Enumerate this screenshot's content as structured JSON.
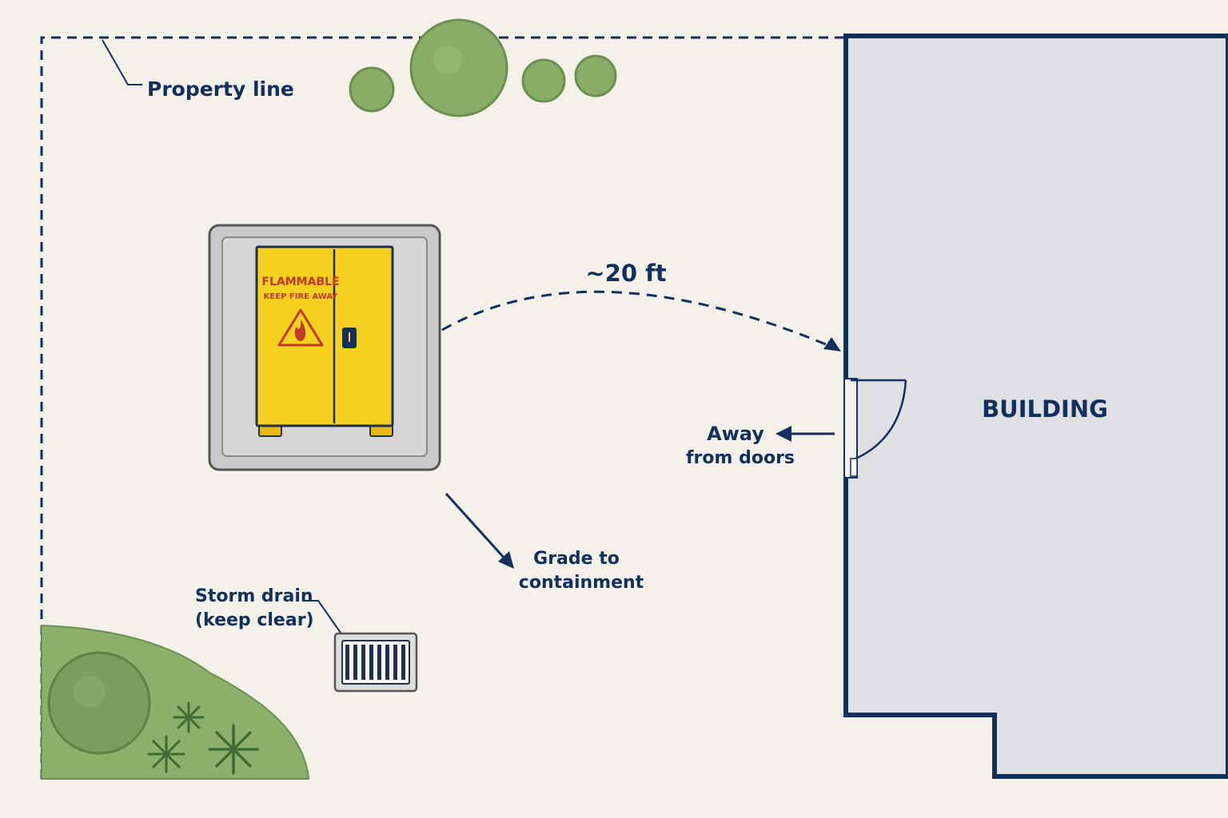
{
  "labels": {
    "property_line": "Property line",
    "distance": "~20 ft",
    "away_line1": "Away",
    "away_line2": "from doors",
    "grade_line1": "Grade to",
    "grade_line2": "containment",
    "storm_line1": "Storm drain",
    "storm_line2": "(keep clear)",
    "building": "BUILDING"
  },
  "cabinet": {
    "line1": "FLAMMABLE",
    "line2": "KEEP FIRE AWAY"
  },
  "colors": {
    "background": "#f4f1ea",
    "navy": "#12305e",
    "building_fill": "#dfe0e3",
    "cabinet_yellow": "#f6d21e",
    "pad_gray": "#c9c9c9",
    "vegetation_green": "#8cb06a",
    "warning_red": "#c0392b"
  },
  "icons": {
    "flame_warning": "flame-warning-icon",
    "drain_grate": "storm-drain-grate-icon",
    "door_swing": "door-swing-icon"
  }
}
